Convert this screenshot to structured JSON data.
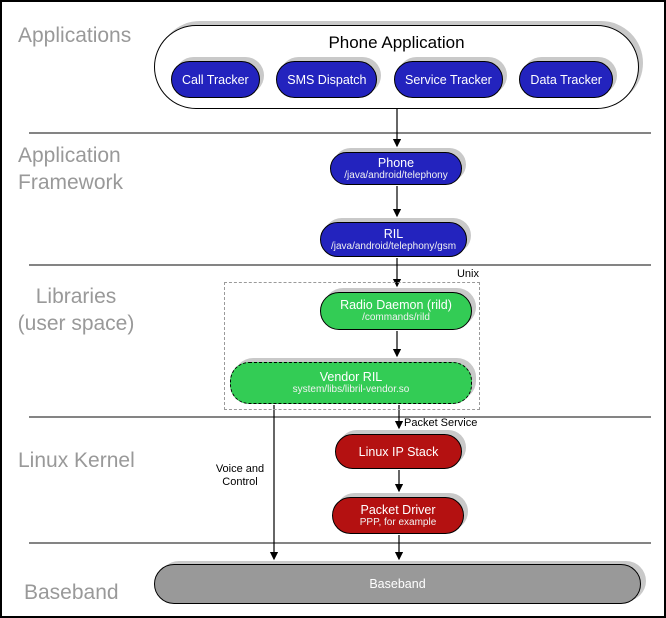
{
  "layers": {
    "applications": {
      "label": "Applications"
    },
    "framework": {
      "line1": "Application",
      "line2": "Framework"
    },
    "libraries": {
      "line1": "Libraries",
      "line2": "(user space)"
    },
    "kernel": {
      "label": "Linux Kernel"
    },
    "baseband": {
      "label": "Baseband"
    }
  },
  "phone_application": {
    "title": "Phone Application",
    "apps": [
      {
        "label": "Call Tracker"
      },
      {
        "label": "SMS Dispatch"
      },
      {
        "label": "Service Tracker"
      },
      {
        "label": "Data Tracker"
      }
    ]
  },
  "nodes": {
    "phone": {
      "title": "Phone",
      "subtitle": "/java/android/telephony"
    },
    "ril": {
      "title": "RIL",
      "subtitle": "/java/android/telephony/gsm"
    },
    "radio_daemon": {
      "title": "Radio Daemon (rild)",
      "subtitle": "/commands/rild"
    },
    "vendor_ril": {
      "title": "Vendor RIL",
      "subtitle": "system/libs/libril-vendor.so"
    },
    "linux_ip_stack": {
      "title": "Linux IP Stack"
    },
    "packet_driver": {
      "title": "Packet Driver",
      "subtitle": "PPP, for example"
    },
    "baseband_bar": {
      "title": "Baseband"
    }
  },
  "annotations": {
    "unix": "Unix",
    "packet_service": "Packet Service",
    "voice_control_line1": "Voice and",
    "voice_control_line2": "Control"
  },
  "colors": {
    "app_blue": "#2323BE",
    "lib_green": "#33CC55",
    "kernel_red": "#B41111",
    "baseband_gray": "#999999",
    "shadow_gray": "#C9C9C9",
    "label_gray": "#999999",
    "divider_gray": "#848484"
  }
}
